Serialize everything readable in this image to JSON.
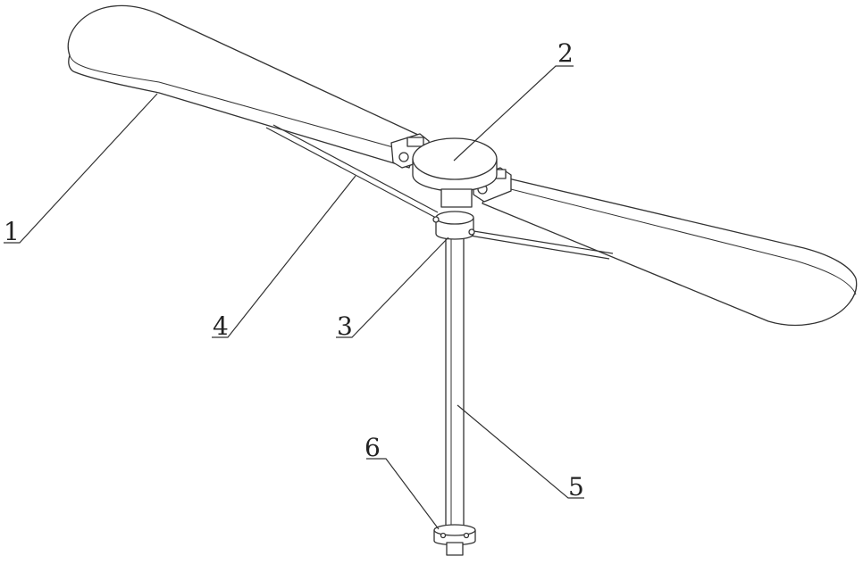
{
  "labels": {
    "blade": "1",
    "hub": "2",
    "collar": "3",
    "brace": "4",
    "pole": "5",
    "base": "6"
  }
}
